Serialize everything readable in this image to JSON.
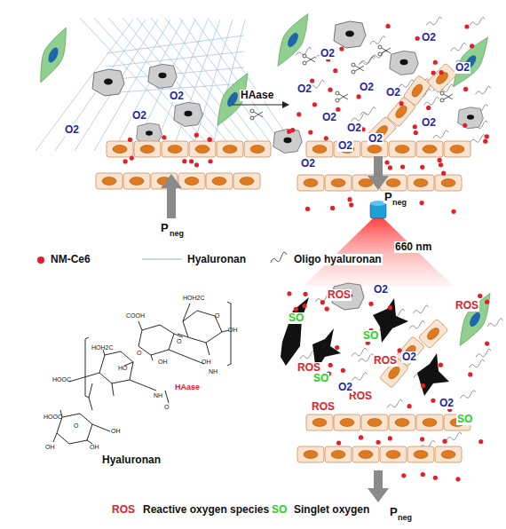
{
  "diagram": {
    "labels": [
      "HAase",
      "660 nm",
      "P",
      "neg",
      "P",
      "neg",
      "P",
      "neg",
      "Hyaluronan",
      "HAase",
      "HOH2C",
      "COOH",
      "O",
      "OH",
      "O",
      "HOH2C",
      "O",
      "OH",
      "OH",
      "NH",
      "HO",
      "NH",
      "O",
      "HOOC",
      "HOOC",
      "O",
      "OH",
      "OH",
      "OH",
      "ROS",
      "ROS",
      "ROS",
      "ROS",
      "ROS",
      "ROS",
      "SO",
      "SO",
      "SO",
      "SO",
      "O2",
      "O2",
      "O2",
      "O2",
      "O2",
      "O2",
      "O2",
      "O2",
      "O2",
      "O2",
      "O2",
      "O2",
      "O2",
      "O2",
      "O2",
      "O2",
      "O2",
      "O2",
      "O2",
      "ROS",
      "Reactive oxygen species",
      "SO",
      "Singlet oxygen"
    ],
    "legend": [
      {
        "text": "NM-Ce6",
        "color": "#e3202a"
      },
      {
        "text": "Hyaluronan"
      },
      {
        "text": "Oligo hyaluronan"
      }
    ]
  }
}
